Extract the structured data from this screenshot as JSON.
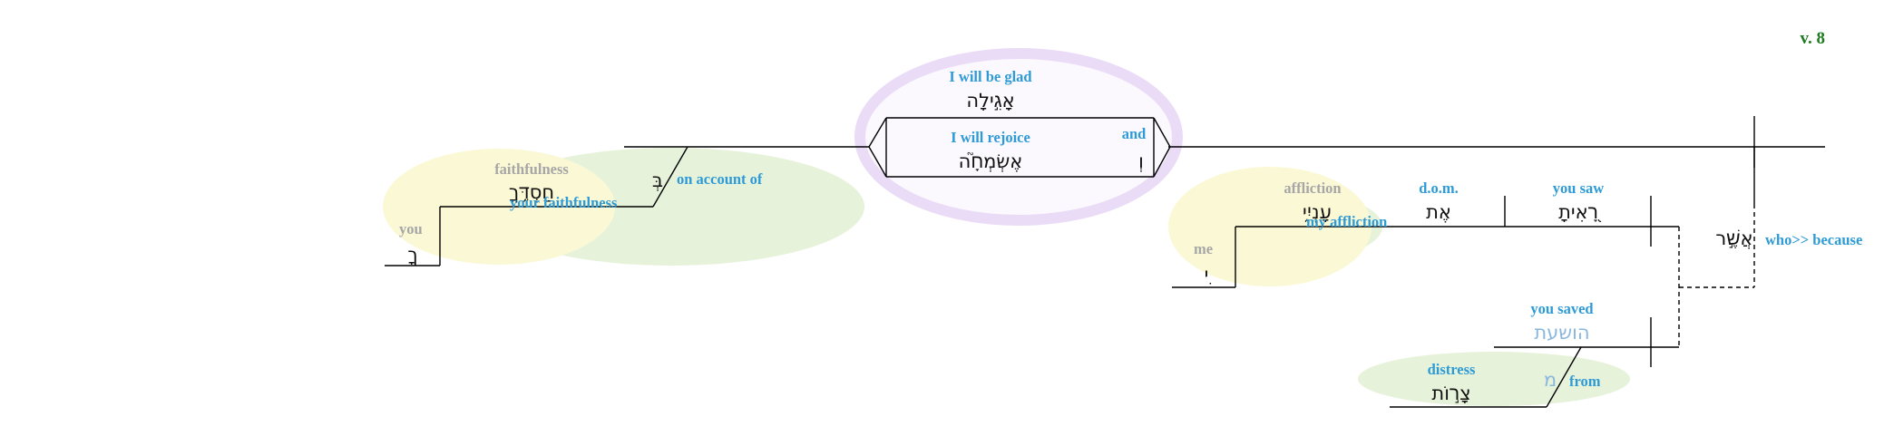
{
  "verse_label": "v. 8",
  "colors": {
    "gloss_blue": "#2f9bd6",
    "gloss_gray": "#a6a6a6",
    "implied_hebrew": "#8ab7dd",
    "verse_green": "#1e7b1e",
    "ellipse_purple": "#eadcf7",
    "ellipse_green": "#e7f2da",
    "ellipse_yellow": "#fbf9d5"
  },
  "main_clause": {
    "verb1": {
      "gloss": "I will be glad",
      "hebrew": "אָגִ֣ילָה"
    },
    "verb2": {
      "gloss": "I will rejoice",
      "hebrew": "אֶשְׂמְחָ֮ה"
    },
    "conj": {
      "gloss": "and",
      "hebrew": "וְ"
    }
  },
  "left_phrase": {
    "prep": {
      "gloss": "on account of",
      "hebrew": "בְּ"
    },
    "noun": {
      "gloss": "faithfulness",
      "gloss2": "your faithfulness",
      "hebrew": "חַסְדֶּ֥ךָ"
    },
    "suffix": {
      "gloss": "you",
      "hebrew": "ךָ"
    }
  },
  "relative_clause": {
    "relative": {
      "gloss": "who>> because",
      "hebrew": "אֲשֶׁ֣ר"
    },
    "verb": {
      "gloss": "you saw",
      "hebrew": "רָ֭אִיתָ"
    },
    "dom": {
      "gloss": "d.o.m.",
      "hebrew": "אֶת"
    },
    "object": {
      "gloss": "affliction",
      "gloss2": "my affliction",
      "hebrew": "עָנְיִ֑י"
    },
    "suffix": {
      "gloss": "me",
      "hebrew": "ִי"
    }
  },
  "second_clause": {
    "verb": {
      "gloss": "you saved",
      "hebrew": "הושעת"
    },
    "prep": {
      "gloss": "from",
      "hebrew": "מ"
    },
    "noun": {
      "gloss": "distress",
      "hebrew": "צָר֣וֹת"
    }
  }
}
